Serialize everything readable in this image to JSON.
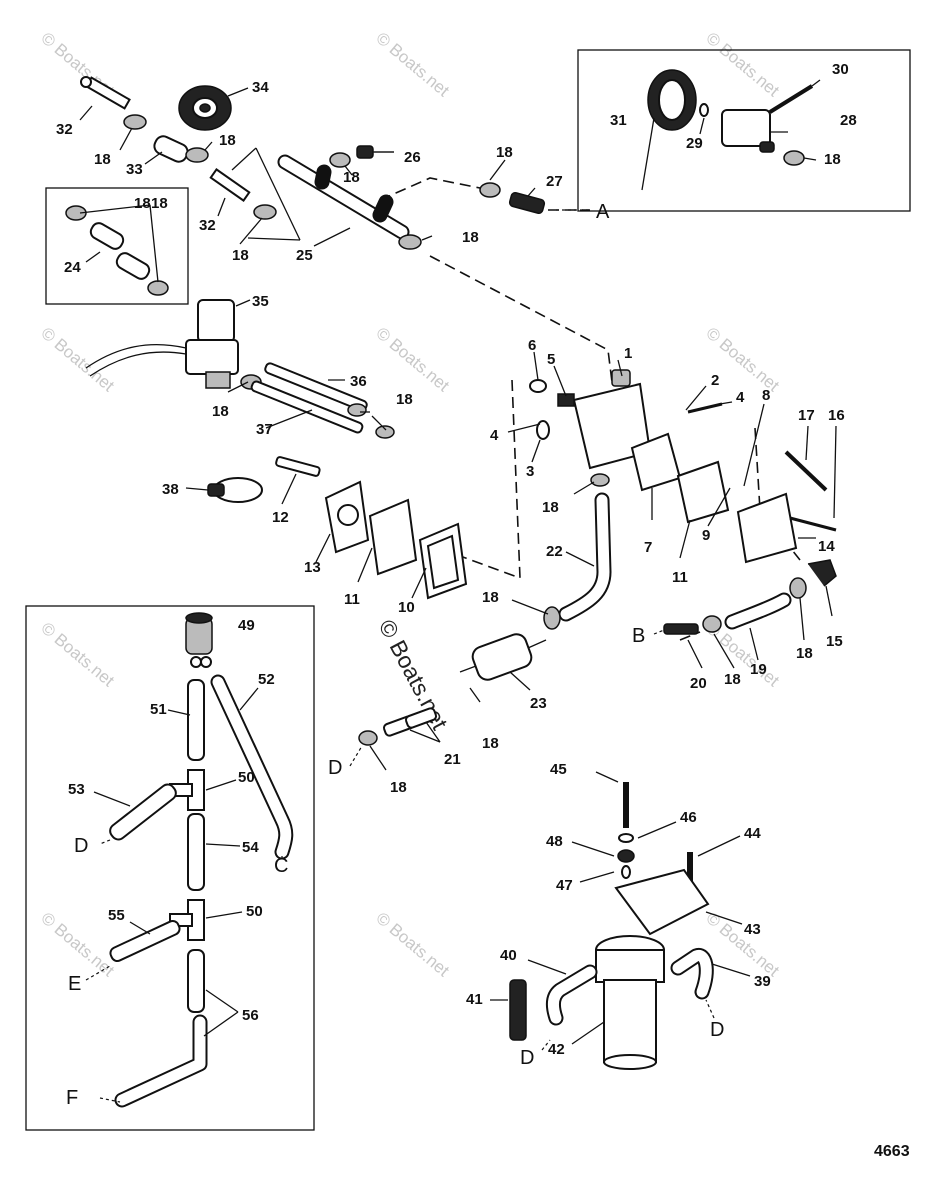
{
  "watermark": "© Boats.net",
  "center_watermark": "© Boats.net",
  "figure_number": "4663",
  "callouts": {
    "c1": "1",
    "c2": "2",
    "c3": "3",
    "c4a": "4",
    "c4b": "4",
    "c5": "5",
    "c6": "6",
    "c7": "7",
    "c8": "8",
    "c9": "9",
    "c10": "10",
    "c11a": "11",
    "c11b": "11",
    "c12": "12",
    "c13": "13",
    "c14": "14",
    "c15": "15",
    "c16": "16",
    "c17": "17",
    "c18a": "18",
    "c18b": "18",
    "c18c": "18",
    "c18d": "18",
    "c18e": "18",
    "c18f": "18",
    "c18g": "18",
    "c18h": "18",
    "c18i": "18",
    "c18j": "18",
    "c18k": "18",
    "c18l": "18",
    "c18m": "18",
    "c18n": "18",
    "c18o": "18",
    "c18p": "18",
    "c18q": "18",
    "c19": "19",
    "c20": "20",
    "c21": "21",
    "c22": "22",
    "c23": "23",
    "c24": "24",
    "c25": "25",
    "c26": "26",
    "c27": "27",
    "c28": "28",
    "c29": "29",
    "c30": "30",
    "c31": "31",
    "c32a": "32",
    "c32b": "32",
    "c33": "33",
    "c34": "34",
    "c35": "35",
    "c36": "36",
    "c37": "37",
    "c38": "38",
    "c39": "39",
    "c40": "40",
    "c41": "41",
    "c42": "42",
    "c43": "43",
    "c44": "44",
    "c45": "45",
    "c46": "46",
    "c47": "47",
    "c48": "48",
    "c49": "49",
    "c50a": "50",
    "c50b": "50",
    "c51": "51",
    "c52": "52",
    "c53": "53",
    "c54": "54",
    "c55": "55",
    "c56": "56"
  },
  "connectors": {
    "a": "A",
    "b": "B",
    "c": "C",
    "d1": "D",
    "d2": "D",
    "d3": "D",
    "d4": "D",
    "e": "E",
    "f": "F"
  }
}
